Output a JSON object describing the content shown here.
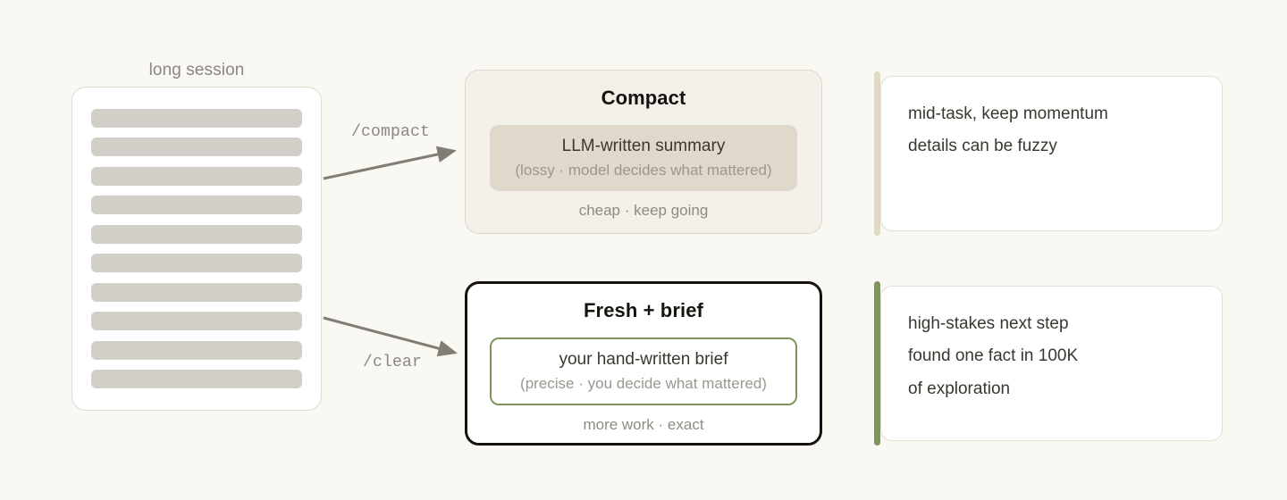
{
  "background_color": "#faf8f3",
  "colors": {
    "accent_green": "#7d9460",
    "accent_tan": "#e0d7c6",
    "session_line": "#d2cfc8",
    "ink": "#16130f",
    "muted": "#8a8782",
    "compact_surface": "#f2f0e9",
    "summary_surface": "#e0d8cb",
    "arrow": "#807d74"
  },
  "session": {
    "label": "long session",
    "line_count": 10
  },
  "edges": [
    {
      "name": "compact",
      "label": "/compact",
      "from": "long session",
      "to": "Compact"
    },
    {
      "name": "clear",
      "label": "/clear",
      "from": "long session",
      "to": "Fresh + brief"
    }
  ],
  "branches": [
    {
      "id": "compact",
      "title": "Compact",
      "inner_main": "LLM-written summary",
      "inner_sub": "(lossy · model decides what mattered)",
      "footer": "cheap · keep going",
      "emphasis": "normal"
    },
    {
      "id": "fresh",
      "title": "Fresh + brief",
      "inner_main": "your hand-written brief",
      "inner_sub": "(precise · you decide what mattered)",
      "footer": "more work · exact",
      "emphasis": "strong"
    }
  ],
  "notes": [
    {
      "id": "compact-note",
      "accent": "#e0d7c6",
      "lines": [
        "mid-task, keep momentum",
        "details can be fuzzy"
      ]
    },
    {
      "id": "fresh-note",
      "accent": "#7d9460",
      "lines": [
        "high-stakes next step",
        "found one fact in 100K",
        "of exploration"
      ]
    }
  ]
}
